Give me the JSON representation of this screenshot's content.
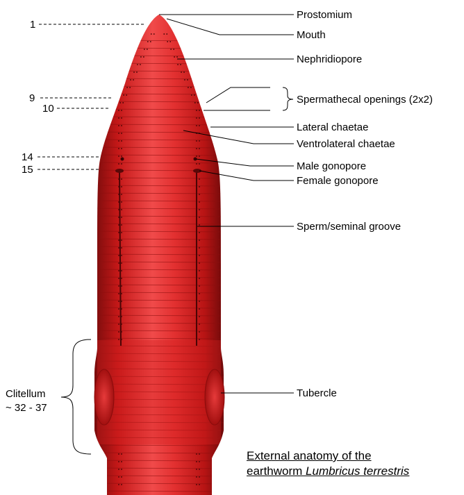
{
  "labels": {
    "prostomium": "Prostomium",
    "mouth": "Mouth",
    "nephridiopore": "Nephridiopore",
    "spermathecal_openings": "Spermathecal openings (2x2)",
    "lateral_chaetae": "Lateral chaetae",
    "ventrolateral_chaetae": "Ventrolateral chaetae",
    "male_gonopore": "Male gonopore",
    "female_gonopore": "Female gonopore",
    "seminal_groove": "Sperm/seminal groove",
    "tubercle": "Tubercle",
    "clitellum": "Clitellum",
    "clitellum_range": "~ 32 - 37"
  },
  "segments": {
    "s1": "1",
    "s9": "9",
    "s10": "10",
    "s14": "14",
    "s15": "15"
  },
  "caption": {
    "line1": "External anatomy of the",
    "line2_prefix": "earthworm ",
    "line2_species": "Lumbricus terrestris"
  },
  "colors": {
    "body_light": "#f04a4a",
    "body_mid": "#d92323",
    "body_dark": "#7a0c0c",
    "leader": "#000000"
  }
}
